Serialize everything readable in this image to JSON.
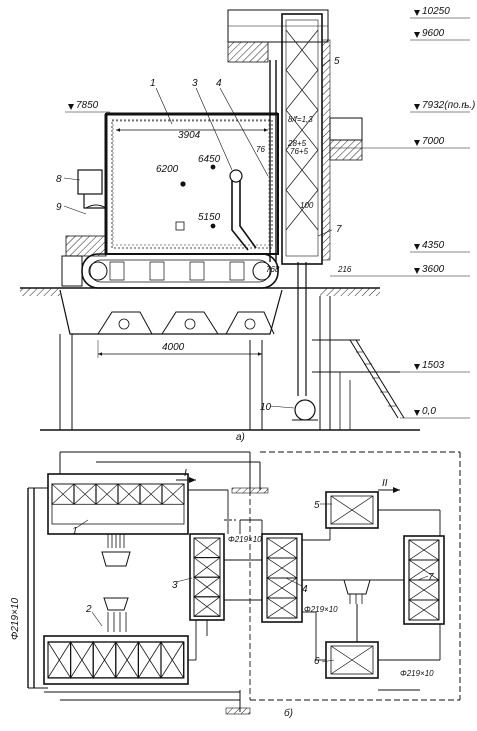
{
  "elevations": {
    "e10250": "10250",
    "e9600": "9600",
    "e7932": "7932(по.ѣ.)",
    "e7850": "7850",
    "e7000": "7000",
    "e4350": "4350",
    "e3600": "3600",
    "e1503": "1503",
    "e0": "0,0"
  },
  "top": {
    "d3904": "3904",
    "d6200": "6200",
    "d6450": "6450",
    "d5150": "5150",
    "d4000": "4000",
    "d768": "768",
    "d216": "216",
    "d76": "76",
    "d100": "100",
    "r1": "8/f=1,3",
    "r2": "28+5",
    "r3": "76+5",
    "n1": "1",
    "n3": "3",
    "n4": "4",
    "n5": "5",
    "n7": "7",
    "n8": "8",
    "n9": "9",
    "n10": "10",
    "caption": "а)"
  },
  "bottom": {
    "pipe_vertical": "Φ219×10",
    "pipe_a": "Φ219×10",
    "pipe_b": "Φ219×10",
    "pipe_c": "Φ219×10",
    "n1": "1",
    "n2": "2",
    "n3": "3",
    "n4": "4",
    "n5": "5",
    "n6": "6",
    "n7": "7",
    "arrow_I": "I",
    "arrow_II": "II",
    "caption": "б)"
  }
}
